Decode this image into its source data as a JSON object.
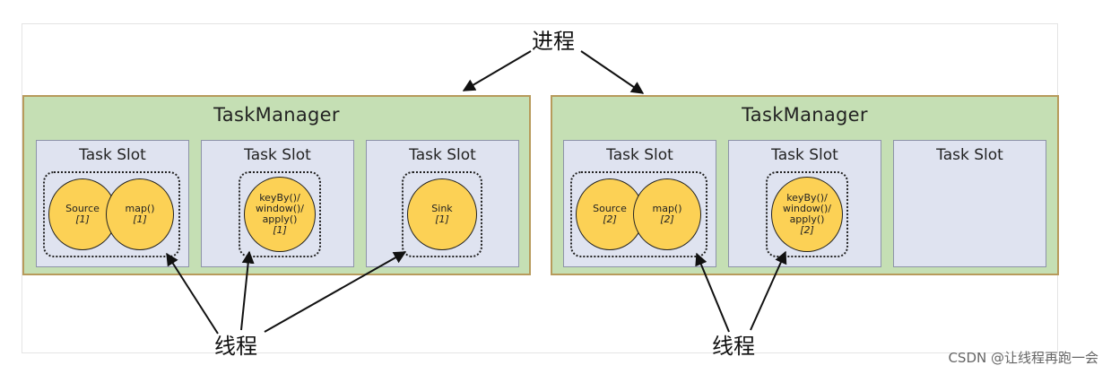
{
  "process_label": "进程",
  "thread_label": "线程",
  "watermark": "CSDN @让线程再跑一会",
  "task_managers": [
    {
      "title": "TaskManager",
      "slots": [
        {
          "title": "Task Slot",
          "ops": [
            {
              "name": "Source",
              "idx": "[1]"
            },
            {
              "name": "map()",
              "idx": "[1]"
            }
          ]
        },
        {
          "title": "Task Slot",
          "ops": [
            {
              "name": "keyBy()/\nwindow()/\napply()",
              "idx": "[1]"
            }
          ]
        },
        {
          "title": "Task Slot",
          "ops": [
            {
              "name": "Sink",
              "idx": "[1]"
            }
          ]
        }
      ]
    },
    {
      "title": "TaskManager",
      "slots": [
        {
          "title": "Task Slot",
          "ops": [
            {
              "name": "Source",
              "idx": "[2]"
            },
            {
              "name": "map()",
              "idx": "[2]"
            }
          ]
        },
        {
          "title": "Task Slot",
          "ops": [
            {
              "name": "keyBy()/\nwindow()/\napply()",
              "idx": "[2]"
            }
          ]
        },
        {
          "title": "Task Slot",
          "ops": []
        }
      ]
    }
  ],
  "colors": {
    "task_manager_fill": "#c5dfb4",
    "task_manager_border": "#b79a5b",
    "slot_fill": "#dfe3f0",
    "operator_fill": "#fcd155"
  }
}
